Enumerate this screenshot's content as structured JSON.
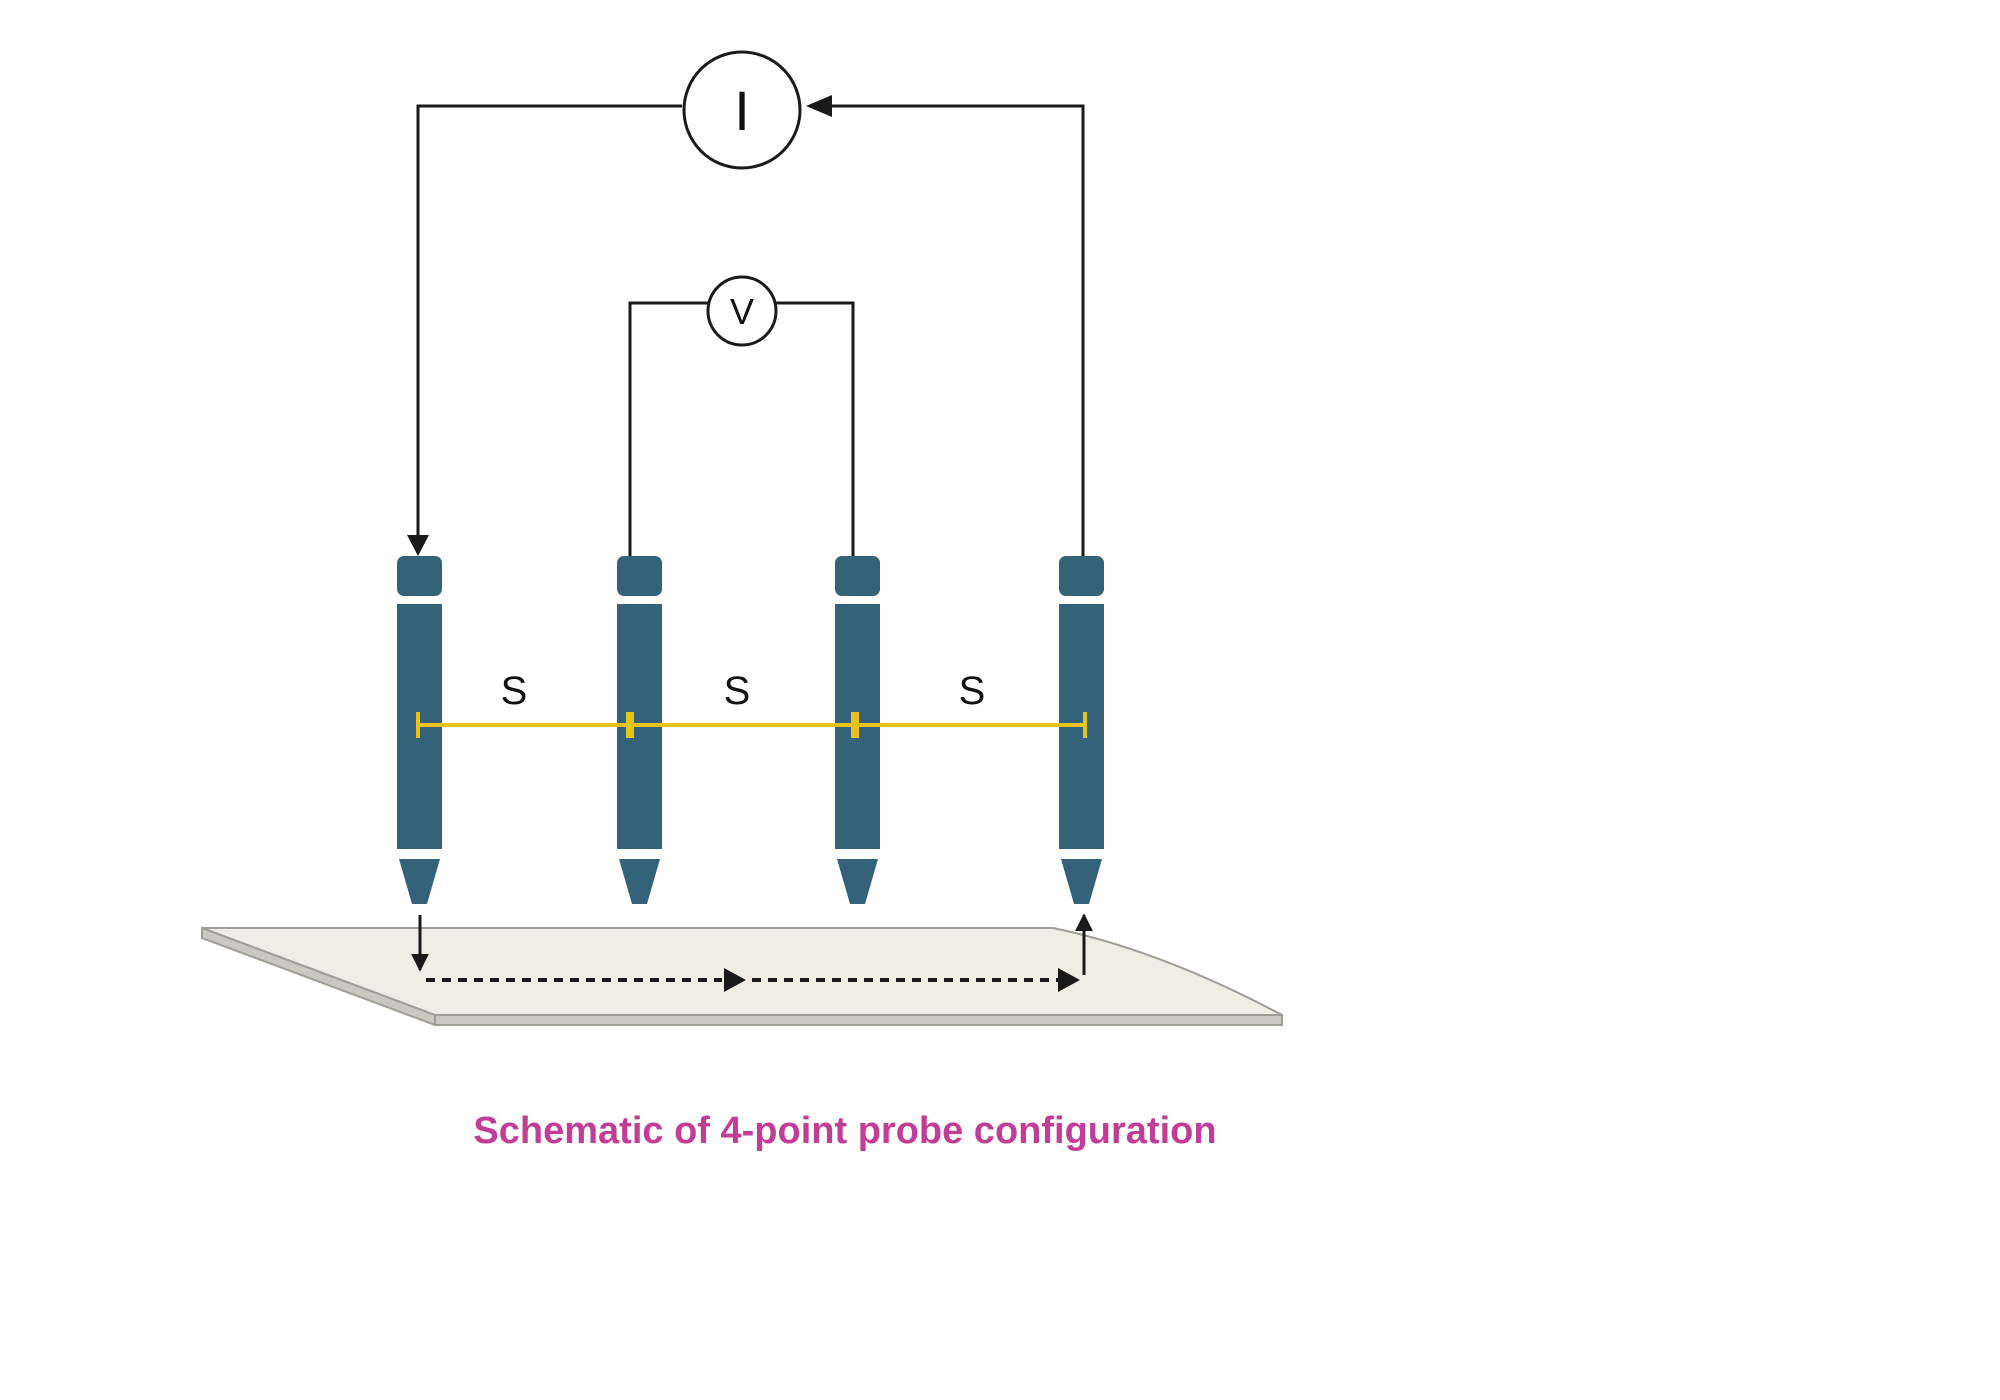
{
  "current_meter": {
    "label": "I"
  },
  "voltage_meter": {
    "label": "V"
  },
  "spacing_labels": [
    "S",
    "S",
    "S"
  ],
  "caption": {
    "text": "Schematic of 4-point probe configuration"
  },
  "colors": {
    "probe": "#336279",
    "wire": "#1a1a1a",
    "spacing_line": "#e8c11a",
    "substrate_top": "#efede4",
    "substrate_edge": "#c9c8c2",
    "caption": "#c23d96"
  },
  "probes": [
    {
      "role": "current-in"
    },
    {
      "role": "voltage-sense"
    },
    {
      "role": "voltage-sense"
    },
    {
      "role": "current-out"
    }
  ]
}
